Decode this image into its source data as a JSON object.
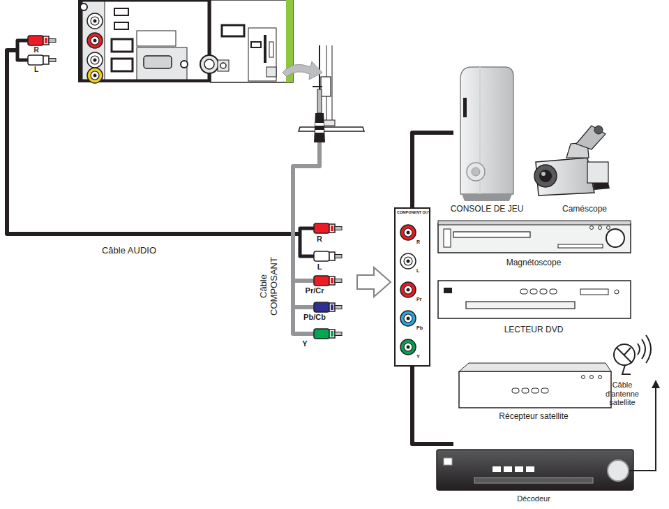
{
  "diagram": {
    "nodes": [
      {
        "text": [
          "COMPONENT OUT",
          "R",
          "L",
          "Pr",
          "Pb",
          "Y"
        ]
      }
    ],
    "labels": [
      "R",
      "L",
      "Câble AUDIO",
      "Câble COMPOSANT",
      "R",
      "L",
      "Pr/Cr",
      "Pb/Cb",
      "Y",
      "CONSOLE DE JEU",
      "Caméscope",
      "Magnétoscope",
      "LECTEUR DVD",
      "Récepteur satellite",
      "Câble d'antenne satellite",
      "Décodeur"
    ]
  }
}
